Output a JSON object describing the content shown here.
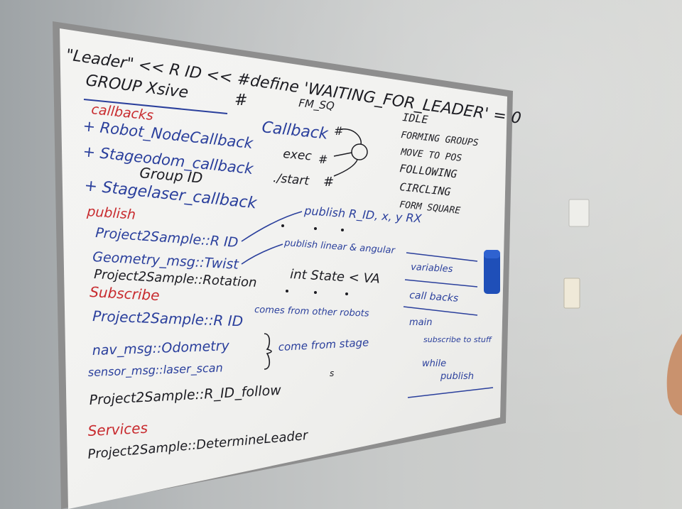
{
  "board": {
    "title_line": "\"Leader\" << R ID << #define 'WAITING_FOR_LEADER' = 0",
    "group_line": "GROUP Xsive",
    "hash": "#",
    "callbacks_heading": "callbacks",
    "callbacks": [
      "+ Robot_NodeCallback",
      "+ Stageodom_callback",
      "+ Stagelaser_callback"
    ],
    "group_id": "Group ID",
    "diagram": {
      "fm_sq": "FM_SQ",
      "callback": "Callback",
      "exec": "exec",
      "start": "./start",
      "hash": "#"
    },
    "states": [
      "IDLE",
      "FORMING GROUPS",
      "MOVE TO POS",
      "FOLLOWING",
      "CIRCLING",
      "FORM SQUARE"
    ],
    "publish_heading": "publish",
    "publish_items": [
      "Project2Sample::R ID",
      "Geometry_msg::Twist",
      "Project2Sample::Rotation"
    ],
    "publish_notes": [
      "publish R_ID, x, y  RX",
      "publish linear & angular"
    ],
    "int_state": "int State < VA",
    "subscribe_heading": "Subscribe",
    "subscribe_items": [
      "Project2Sample::R ID",
      "nav_msg::Odometry",
      "sensor_msg::laser_scan",
      "Project2Sample::R_ID_follow"
    ],
    "subscribe_notes": [
      "comes from other robots",
      "come from stage"
    ],
    "services_heading": "Services",
    "services_items": [
      "Project2Sample::DetermineLeader"
    ],
    "outline": [
      "variables",
      "call backs",
      "main",
      "subscribe to stuff",
      "while",
      "publish"
    ],
    "small_s": "s"
  },
  "colors": {
    "blue_marker": "#2a3f9c",
    "red_marker": "#c82b2f",
    "black_marker": "#1c1c22",
    "eraser": "#1f4fb8"
  }
}
